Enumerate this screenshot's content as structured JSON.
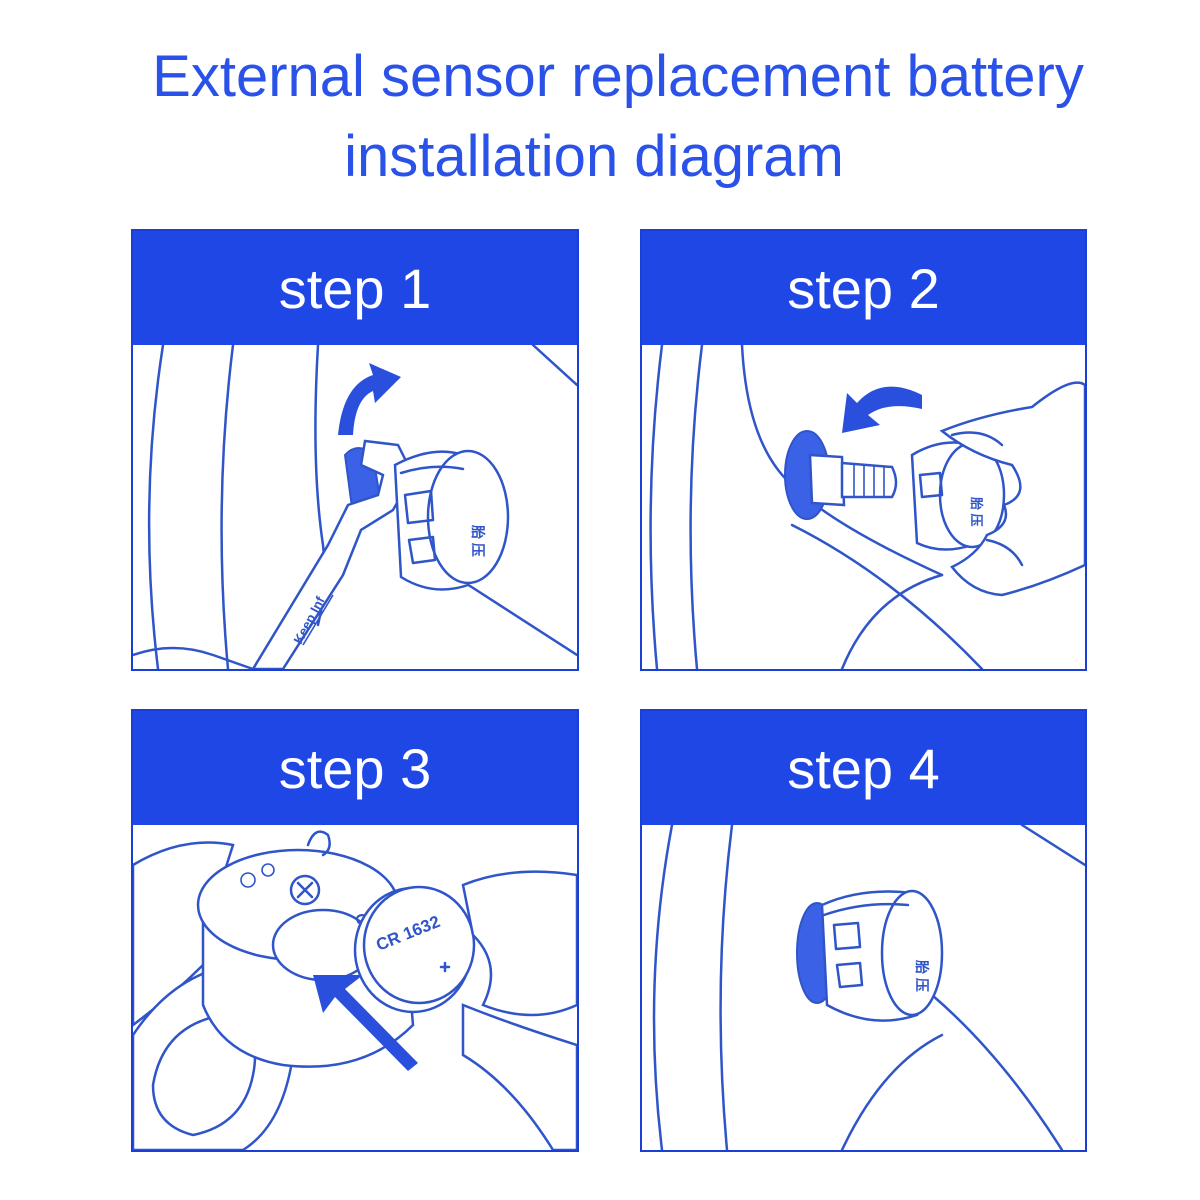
{
  "title": {
    "line1": "External sensor replacement battery",
    "line2": "installation diagram"
  },
  "steps": [
    {
      "label": "step 1"
    },
    {
      "label": "step 2"
    },
    {
      "label": "step 3",
      "battery_label": "CR 1632",
      "battery_label_2": "CR 1632"
    },
    {
      "label": "step 4"
    }
  ],
  "colors": {
    "title": "#2a52e8",
    "header_bg": "#1e47e6",
    "header_text": "#ffffff",
    "line_art": "#2f55c9"
  },
  "icons": [
    "arrow-icon",
    "wrench-icon",
    "sensor-cap-icon",
    "valve-stem-icon",
    "hand-icon",
    "battery-icon"
  ]
}
